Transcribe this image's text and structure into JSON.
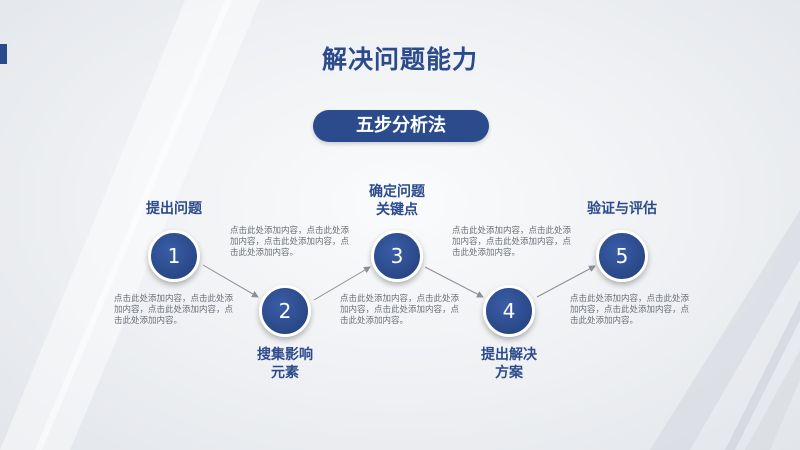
{
  "slide": {
    "title": "解决问题能力",
    "subtitle": "五步分析法"
  },
  "steps": [
    {
      "number": "1",
      "title": "提出问题",
      "description": "点击此处添加内容，点击此处添加内容，点击此处添加内容，点击此处添加内容。"
    },
    {
      "number": "2",
      "title": "搜集影响\n元素",
      "description": "点击此处添加内容，点击此处添加内容，点击此处添加内容，点击此处添加内容。"
    },
    {
      "number": "3",
      "title": "确定问题\n关键点",
      "description": "点击此处添加内容，点击此处添加内容，点击此处添加内容，点击此处添加内容。"
    },
    {
      "number": "4",
      "title": "提出解决\n方案",
      "description": "点击此处添加内容，点击此处添加内容，点击此处添加内容，点击此处添加内容。"
    },
    {
      "number": "5",
      "title": "验证与评估",
      "description": "点击此处添加内容，点击此处添加内容，点击此处添加内容，点击此处添加内容。"
    }
  ],
  "colors": {
    "primary": "#2c4b8c",
    "text_gray": "#6b6f77"
  }
}
